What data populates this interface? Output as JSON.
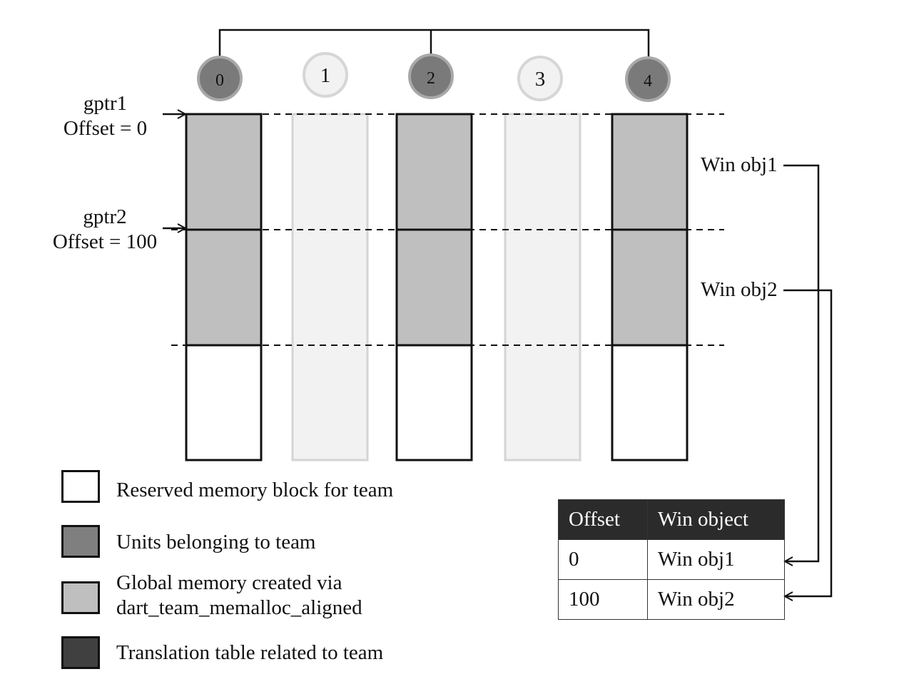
{
  "units": [
    {
      "label": "0",
      "member": true
    },
    {
      "label": "1",
      "member": false
    },
    {
      "label": "2",
      "member": true
    },
    {
      "label": "3",
      "member": false
    },
    {
      "label": "4",
      "member": true
    }
  ],
  "pointers": {
    "gptr1_name": "gptr1",
    "gptr1_offset": "Offset = 0",
    "gptr2_name": "gptr2",
    "gptr2_offset": "Offset = 100"
  },
  "window_objects": {
    "obj1": "Win obj1",
    "obj2": "Win obj2"
  },
  "legend": [
    {
      "label": "Reserved memory block for team",
      "color": "#ffffff"
    },
    {
      "label": "Units belonging to team",
      "color": "#7f7f7f"
    },
    {
      "label_line1": "Global memory created via",
      "label_line2": "dart_team_memalloc_aligned",
      "color": "#bfbfbf"
    },
    {
      "label": "Translation table related to team",
      "color": "#404040"
    }
  ],
  "table": {
    "headers": [
      "Offset",
      "Win object"
    ],
    "rows": [
      [
        "0",
        "Win obj1"
      ],
      [
        "100",
        "Win obj2"
      ]
    ]
  },
  "colors": {
    "member_unit": "#7a7a7a",
    "nonmember_unit": "#f2f2f2",
    "global_memory": "#bfbfbf",
    "nonmember_memory": "#f2f2f2",
    "reserved": "#ffffff",
    "table_header": "#2b2b2b"
  }
}
